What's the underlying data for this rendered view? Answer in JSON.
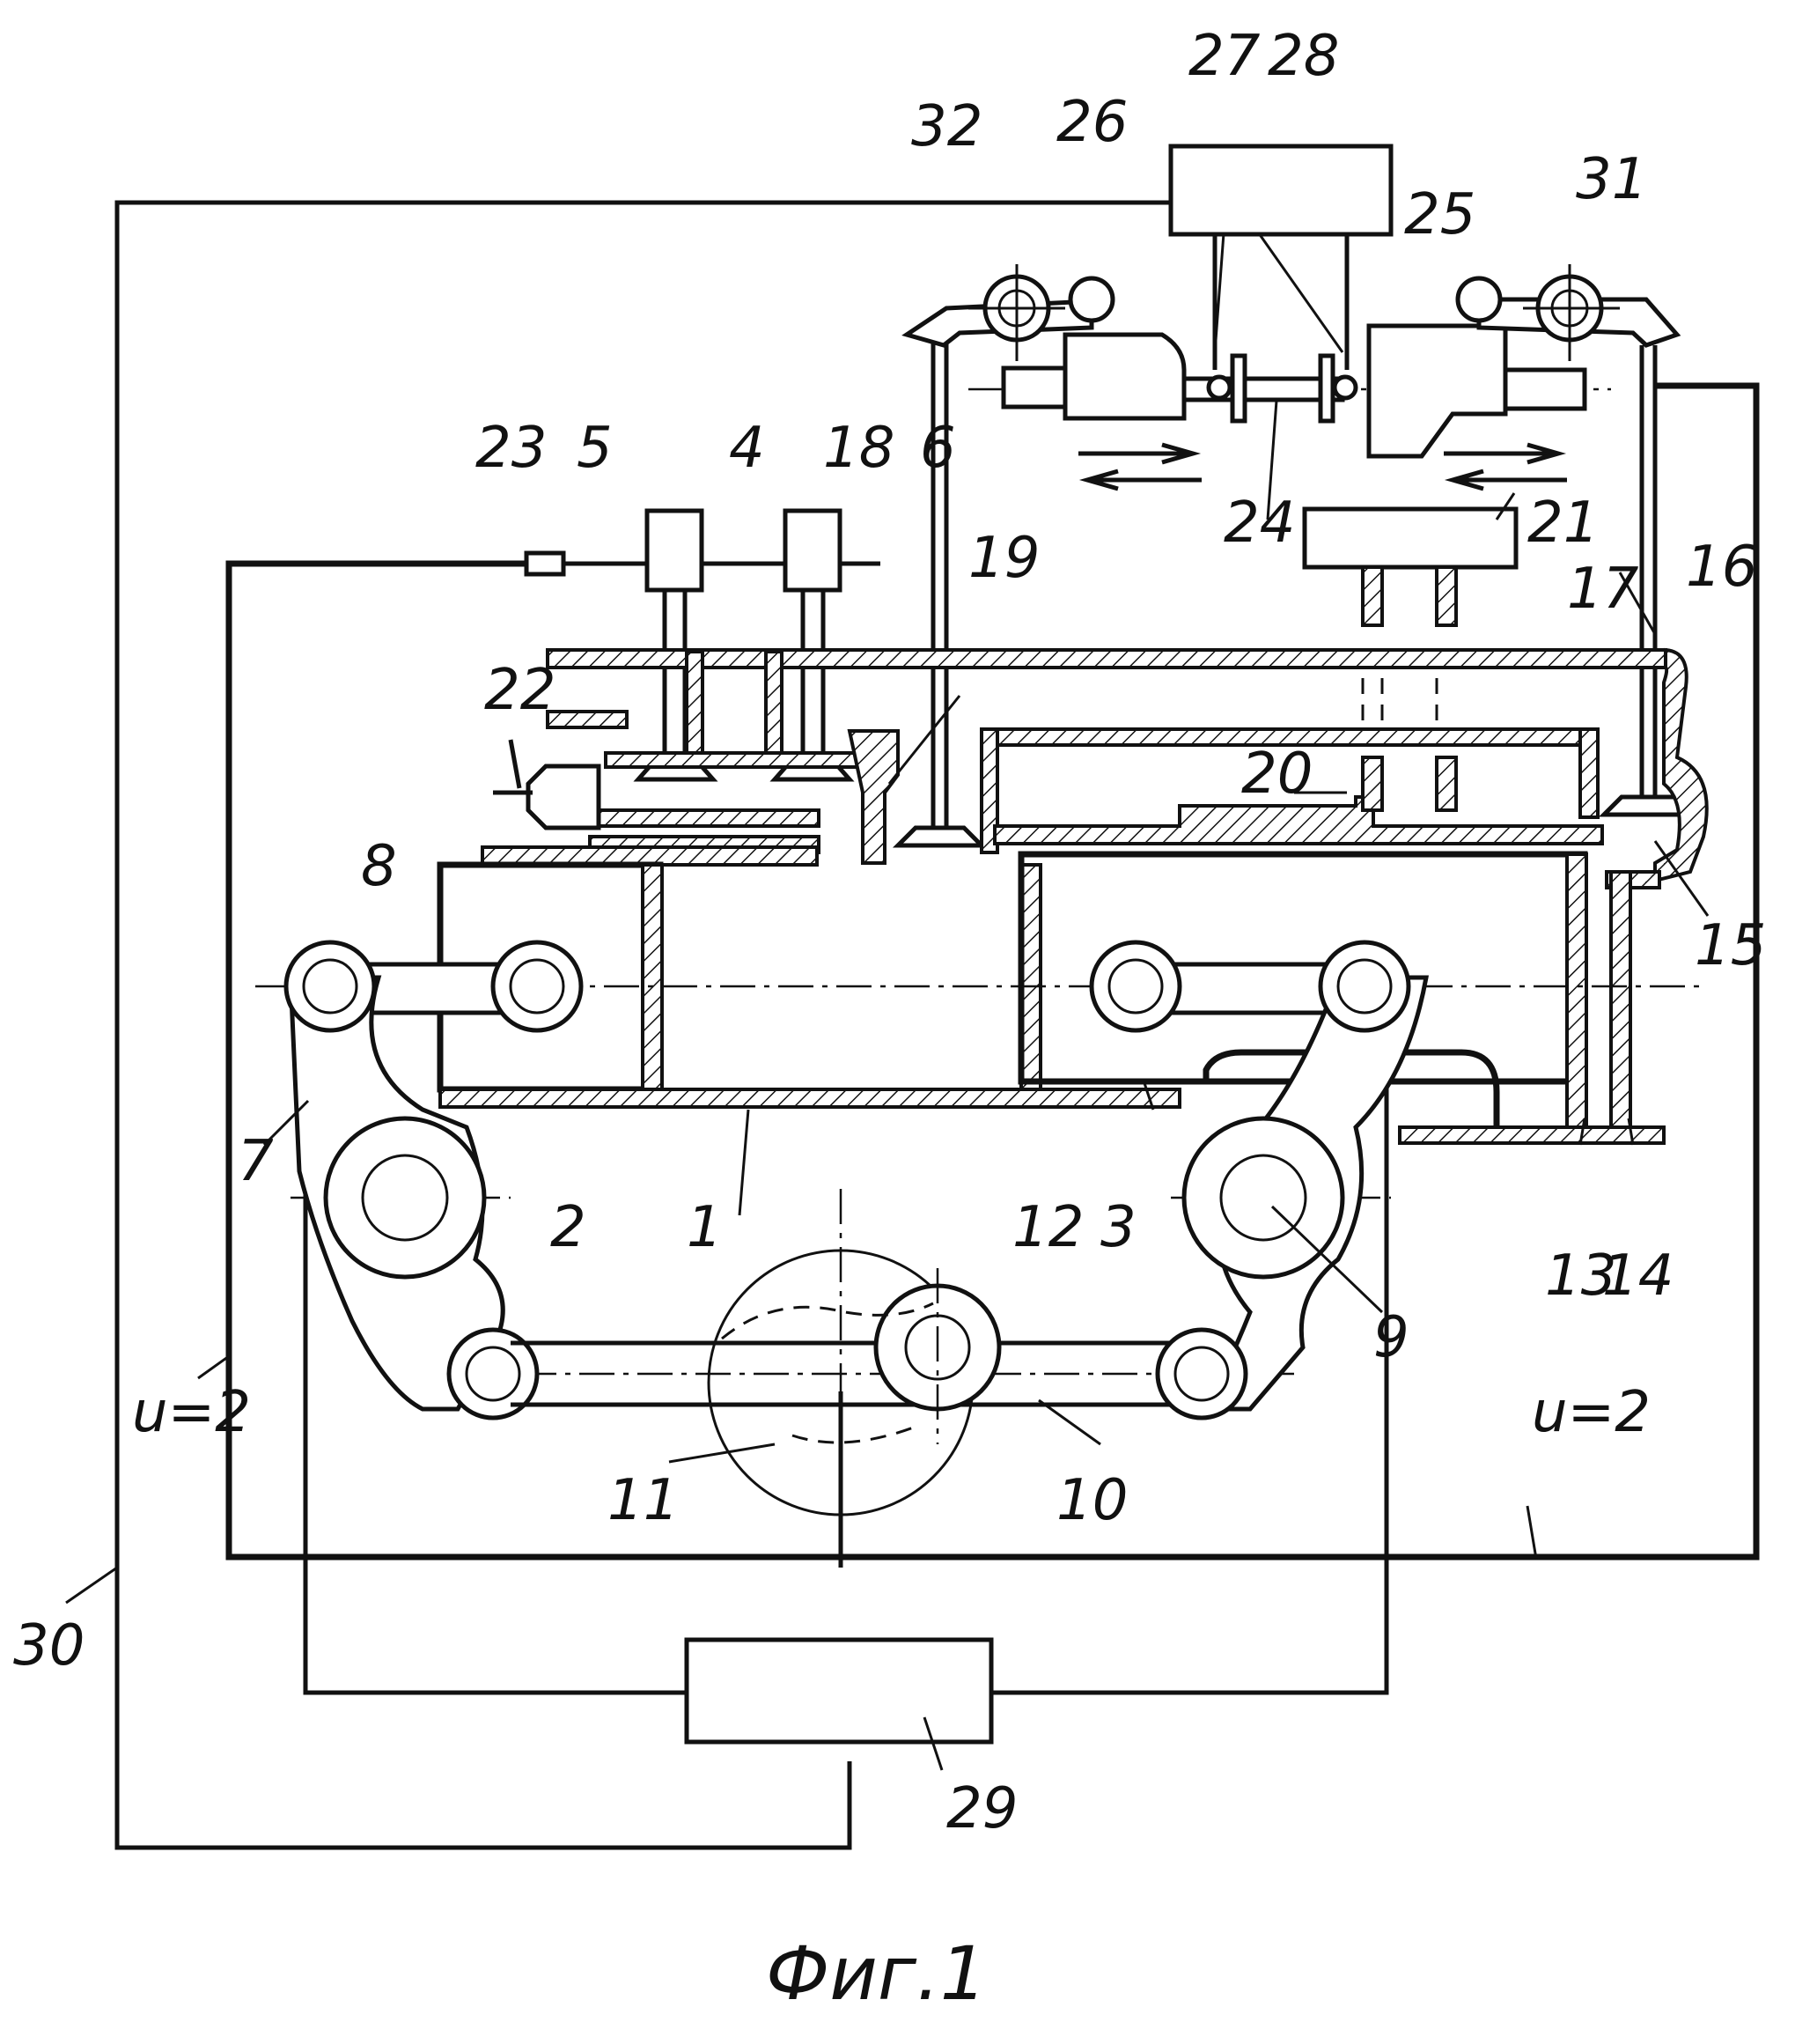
{
  "figure": {
    "caption": "Фиг.1",
    "labels": {
      "l1": "1",
      "l2": "2",
      "l3": "3",
      "l4": "4",
      "l5": "5",
      "l6": "6",
      "l7": "7",
      "l8": "8",
      "l9": "9",
      "l10": "10",
      "l11": "11",
      "l12": "12",
      "l13": "13",
      "l14": "14",
      "l15": "15",
      "l16": "16",
      "l17": "17",
      "l18": "18",
      "l19": "19",
      "l20": "20",
      "l21": "21",
      "l22": "22",
      "l23": "23",
      "l24": "24",
      "l25": "25",
      "l26": "26",
      "l27": "27",
      "l28": "28",
      "l29": "29",
      "l30": "30",
      "l31": "31",
      "l32": "32"
    },
    "ratio_left": "u=2",
    "ratio_right": "u=2"
  }
}
